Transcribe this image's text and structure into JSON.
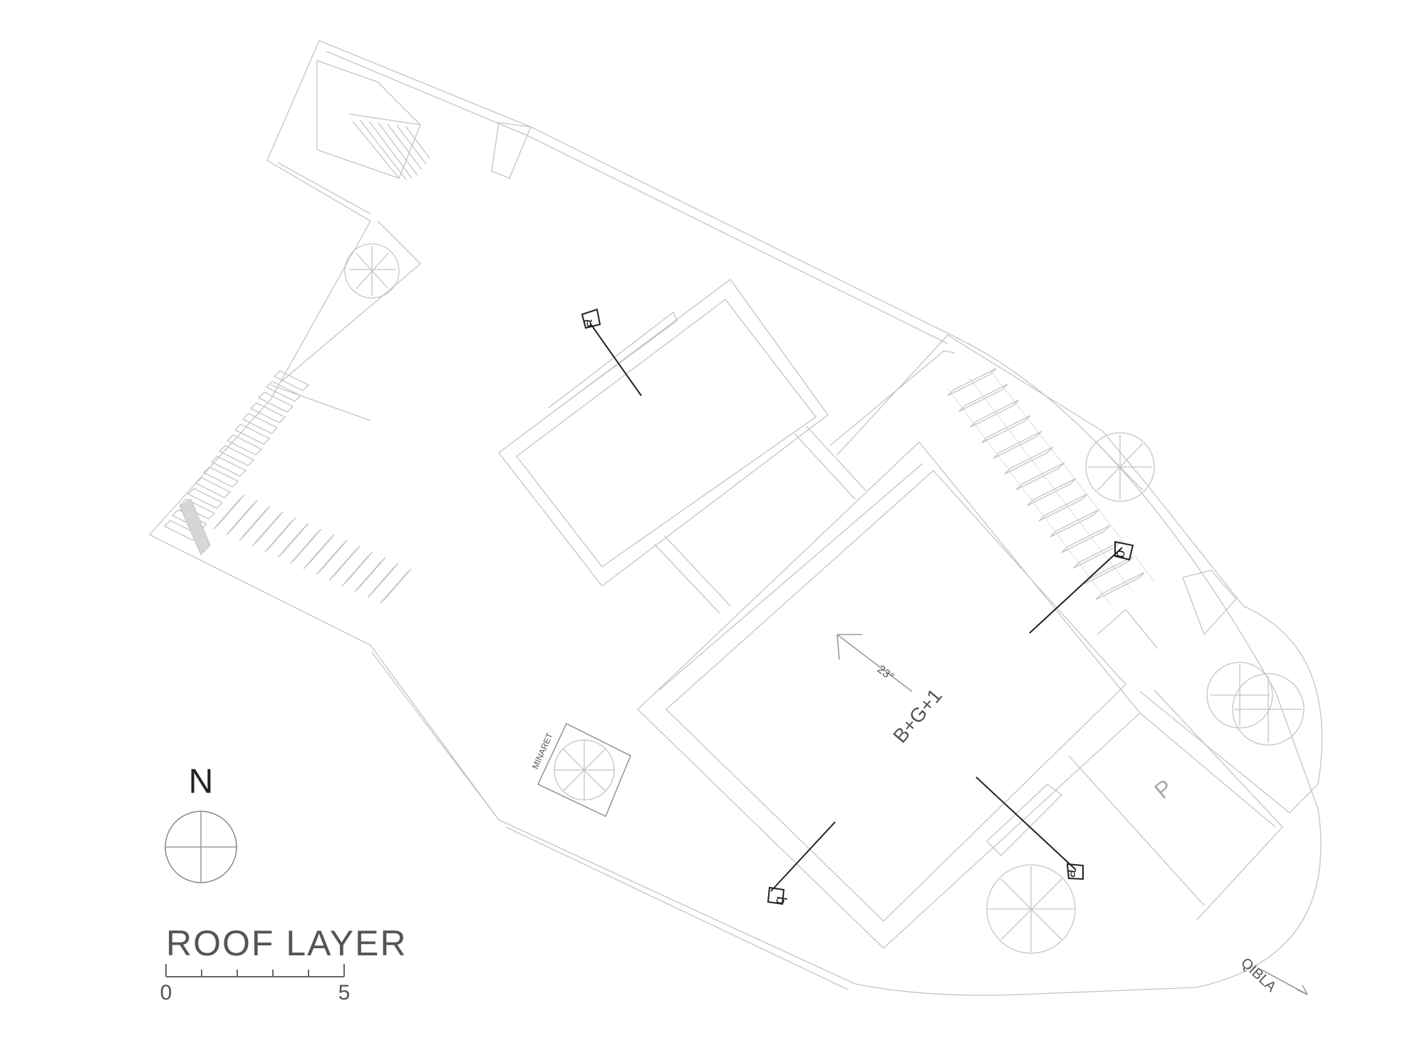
{
  "title": "ROOF LAYER",
  "north_label": "N",
  "scale_bar": {
    "start": "0",
    "end": "5"
  },
  "room_labels": {
    "building": "B+G+1",
    "angle": "23°",
    "minaret": "MINARET",
    "parking": "P",
    "qibla": "QIBLA"
  },
  "section_markers": {
    "a_top": "a",
    "a_bottom": "a",
    "b_top": "b",
    "b_bottom": "b"
  },
  "colors": {
    "line": "#c4c4c4",
    "dark": "#222222",
    "text": "#555555",
    "hatch": "#d6d6d6"
  }
}
